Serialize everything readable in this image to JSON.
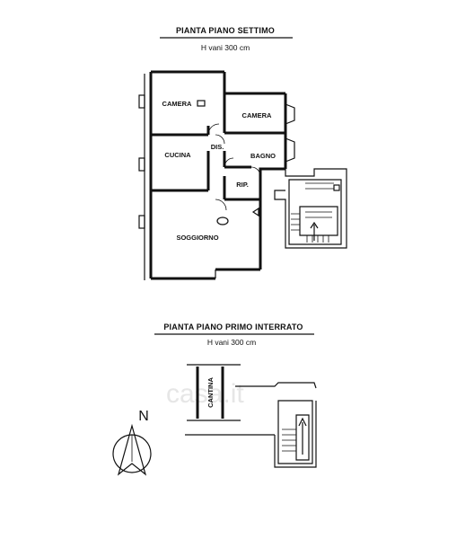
{
  "upper": {
    "title": "PIANTA PIANO SETTIMO",
    "height": "H vani 300 cm",
    "rooms": {
      "camera1": "CAMERA",
      "camera2": "CAMERA",
      "cucina": "CUCINA",
      "dis": "DIS.",
      "bagno": "BAGNO",
      "rip": "RIP.",
      "soggiorno": "SOGGIORNO"
    }
  },
  "lower": {
    "title": "PIANTA PIANO PRIMO INTERRATO",
    "height": "H vani 300 cm",
    "rooms": {
      "cantina": "CANTINA"
    }
  },
  "north": "N",
  "watermark": "casa.it"
}
